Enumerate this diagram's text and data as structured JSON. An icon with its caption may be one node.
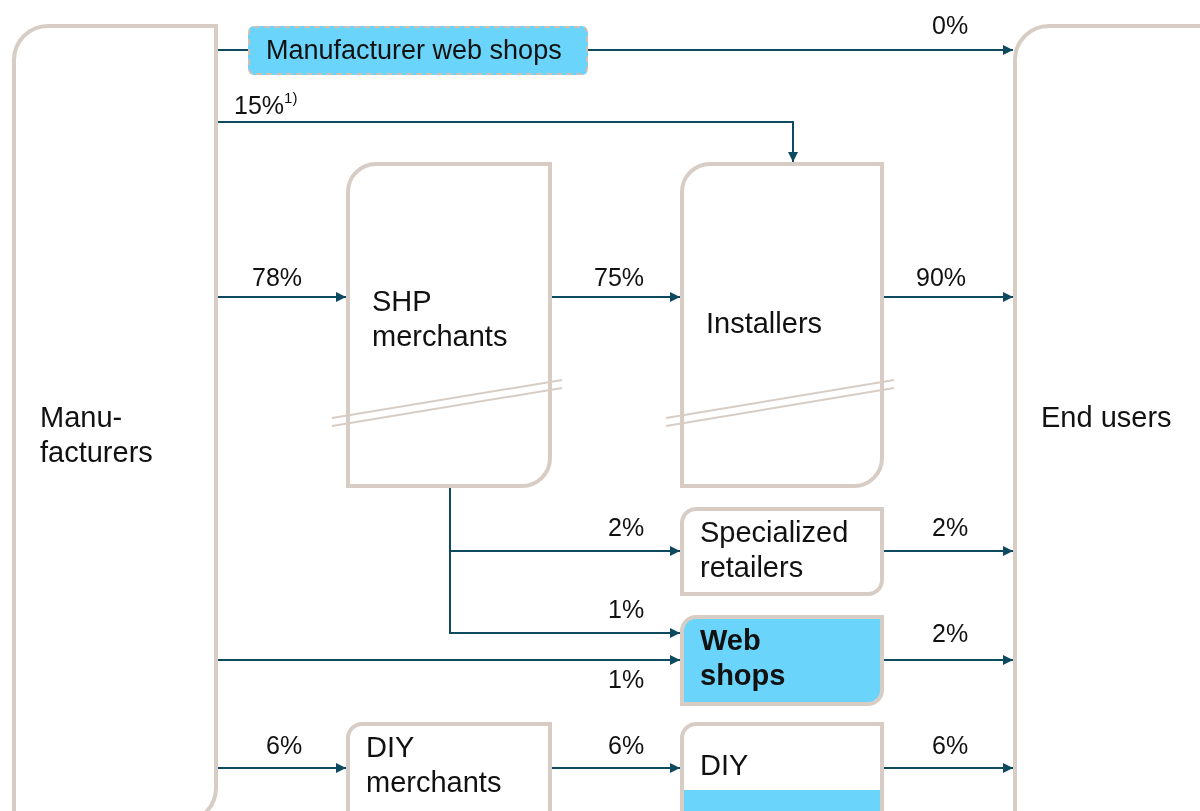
{
  "diagram": {
    "nodes": [
      {
        "text": [
          "Manu-facturers"
        ]
      },
      {
        "text": [
          "Manufacturer web shops"
        ]
      },
      {
        "text": [
          "End users"
        ]
      },
      {
        "text": [
          "SHP merchants"
        ]
      },
      {
        "text": [
          "Installers"
        ]
      },
      {
        "text": [
          "Specialized retailers"
        ]
      },
      {
        "text": [
          "Web shops"
        ]
      },
      {
        "text": [
          "DIY merchants"
        ]
      },
      {
        "text": [
          "DIY"
        ]
      }
    ],
    "edges": [
      {
        "from": 0,
        "to": 1,
        "arrow": "none"
      },
      {
        "from": 1,
        "to": 2,
        "arrow": "to",
        "label": "0%"
      },
      {
        "from": 0,
        "to": 4,
        "arrow": "to",
        "label": "15%$^{1)}$"
      },
      {
        "from": 0,
        "to": 3,
        "arrow": "to",
        "label": "78%"
      },
      {
        "from": 3,
        "to": 4,
        "arrow": "to",
        "label": "75%"
      },
      {
        "from": 4,
        "to": 2,
        "arrow": "to",
        "label": "90%"
      },
      {
        "from": 3,
        "to": 5,
        "arrow": "to",
        "label": "2%"
      },
      {
        "from": 3,
        "to": 6,
        "arrow": "to",
        "label": "1%"
      },
      {
        "from": 0,
        "to": 6,
        "arrow": "to",
        "label": "1%"
      },
      {
        "from": 5,
        "to": 2,
        "arrow": "to",
        "label": "2%"
      },
      {
        "from": 6,
        "to": 2,
        "arrow": "to",
        "label": "2%"
      },
      {
        "from": 0,
        "to": 7,
        "arrow": "to",
        "label": "6%"
      },
      {
        "from": 7,
        "to": 8,
        "arrow": "to",
        "label": "6%"
      },
      {
        "from": 8,
        "to": 2,
        "arrow": "to",
        "label": "6%"
      }
    ]
  }
}
